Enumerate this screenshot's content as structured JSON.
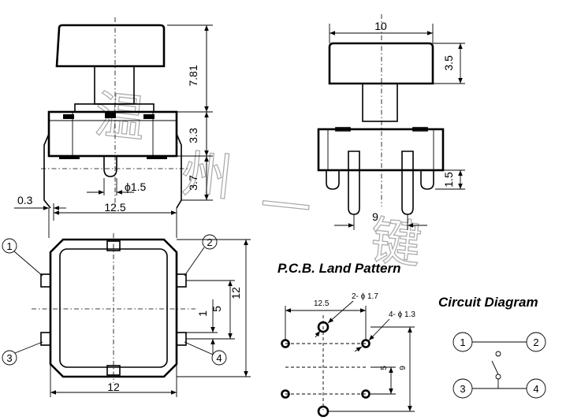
{
  "dimensions": {
    "front": {
      "d_0_3": "0.3",
      "d_12_5": "12.5",
      "d_phi_1_5": "ϕ1.5",
      "d_7_81": "7.81",
      "d_3_3": "3.3",
      "d_3_7": "3.7"
    },
    "side": {
      "d_10": "10",
      "d_3_5": "3.5",
      "d_1_5": "1.5",
      "d_9": "9"
    },
    "top": {
      "d_12_w": "12",
      "d_12_h": "12",
      "d_5": "5",
      "d_1": "1"
    },
    "pcb": {
      "d_12_5": "12.5",
      "d_2_phi_1_7": "2- ϕ 1.7",
      "d_4_phi_1_3": "4- ϕ 1.3",
      "d_5": "5",
      "d_9": "9"
    }
  },
  "pcb_title": "P.C.B. Land Pattern",
  "circuit_title": "Circuit Diagram",
  "pins": [
    "1",
    "2",
    "3",
    "4"
  ],
  "watermark": [
    "温",
    "州",
    "一",
    "键"
  ]
}
